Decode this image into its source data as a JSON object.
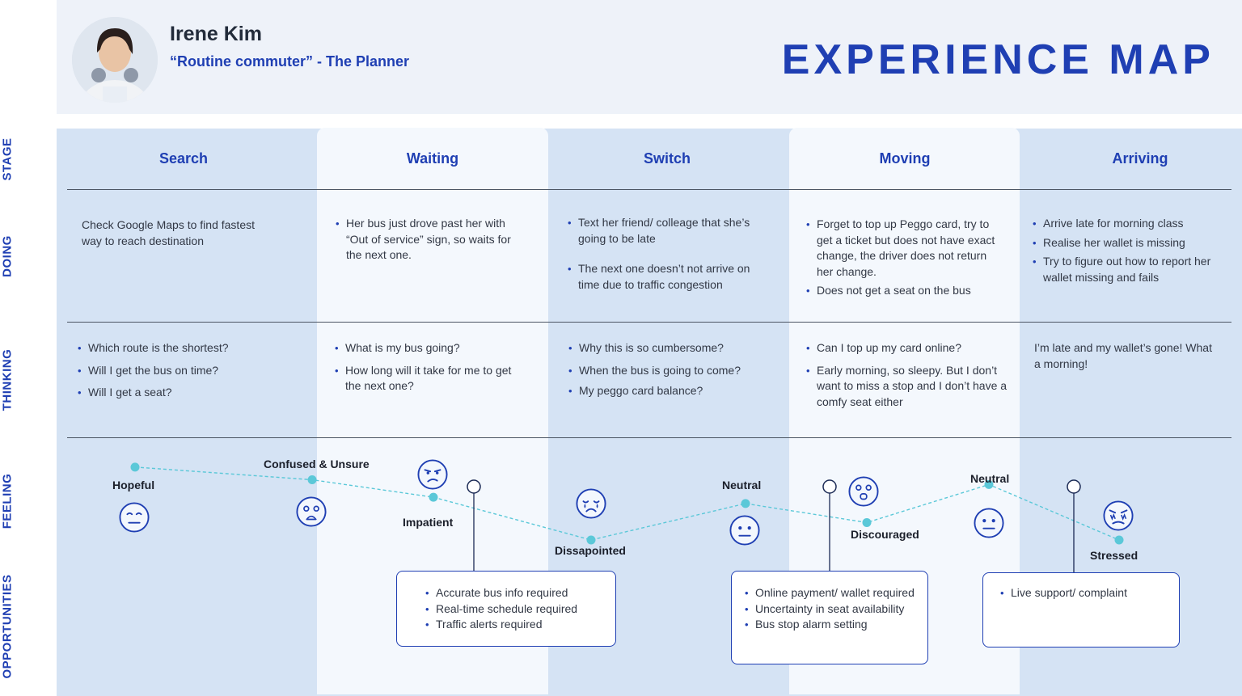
{
  "persona": {
    "name": "Irene Kim",
    "role": "“Routine commuter” - The Planner"
  },
  "title": "EXPERIENCE MAP",
  "row_labels": {
    "stage": "STAGE",
    "doing": "DOING",
    "thinking": "THINKING",
    "feeling": "FEELING",
    "opportunities": "OPPORTUNITIES"
  },
  "stages": [
    "Search",
    "Waiting",
    "Switch",
    "Moving",
    "Arriving"
  ],
  "doing": {
    "search": "Check Google Maps to find fastest way to reach destination",
    "waiting": [
      "Her bus just drove past her with “Out of service” sign, so waits for the next one."
    ],
    "switch": [
      "Text her friend/ colleage that she’s going to be late",
      "The next one doesn’t not arrive on time due to traffic congestion"
    ],
    "moving": [
      "Forget to top up Peggo card, try to get a ticket but does not have exact change, the driver does not return her change.",
      "Does not get a seat on the bus"
    ],
    "arriving": [
      "Arrive late for morning class",
      "Realise her wallet is missing",
      "Try to figure out how to report her wallet missing and fails"
    ]
  },
  "thinking": {
    "search": [
      "Which route is the shortest?",
      "Will I get the bus on time?",
      "Will I get a seat?"
    ],
    "waiting": [
      "What is my bus going?",
      "How long will it take for me to get the next one?"
    ],
    "switch": [
      "Why this is so cumbersome?",
      "When the bus is going to come?",
      "My peggo card balance?"
    ],
    "moving": [
      "Can I top up my card online?",
      "Early morning, so sleepy. But I don’t want to miss a stop and I don’t have a comfy seat either"
    ],
    "arriving": "I’m late and my wallet’s gone! What a morning!"
  },
  "feelings": [
    {
      "label": "Hopeful",
      "icon": "neutral-face-icon"
    },
    {
      "label": "Confused & Unsure",
      "icon": "confused-face-icon"
    },
    {
      "label": "Impatient",
      "icon": "annoyed-face-icon"
    },
    {
      "label": "Dissapointed",
      "icon": "crying-face-icon"
    },
    {
      "label": "Neutral",
      "icon": "neutral-face-icon"
    },
    {
      "label": "Discouraged",
      "icon": "worried-face-icon"
    },
    {
      "label": "Neutral",
      "icon": "neutral-face-icon"
    },
    {
      "label": "Stressed",
      "icon": "stressed-face-icon"
    }
  ],
  "feeling_curve": {
    "line_color": "#5bc8d8",
    "points": [
      {
        "label": "Hopeful",
        "level": 0.92
      },
      {
        "label": "Confused & Unsure",
        "level": 0.76
      },
      {
        "label": "Impatient",
        "level": 0.54
      },
      {
        "label": "Dissapointed",
        "level": 0.0
      },
      {
        "label": "Neutral",
        "level": 0.46
      },
      {
        "label": "Discouraged",
        "level": 0.22
      },
      {
        "label": "Neutral",
        "level": 0.7
      },
      {
        "label": "Stressed",
        "level": 0.0
      }
    ]
  },
  "opportunities": [
    [
      "Accurate bus info required",
      "Real-time schedule required",
      "Traffic alerts required"
    ],
    [
      "Online payment/ wallet required",
      "Uncertainty in seat availability",
      "Bus stop alarm setting"
    ],
    [
      "Live support/ complaint"
    ]
  ],
  "colors": {
    "accent": "#1f3fb3",
    "panel_blue": "#d5e3f4",
    "panel_light": "#f4f8fd",
    "teal": "#5bc8d8"
  }
}
